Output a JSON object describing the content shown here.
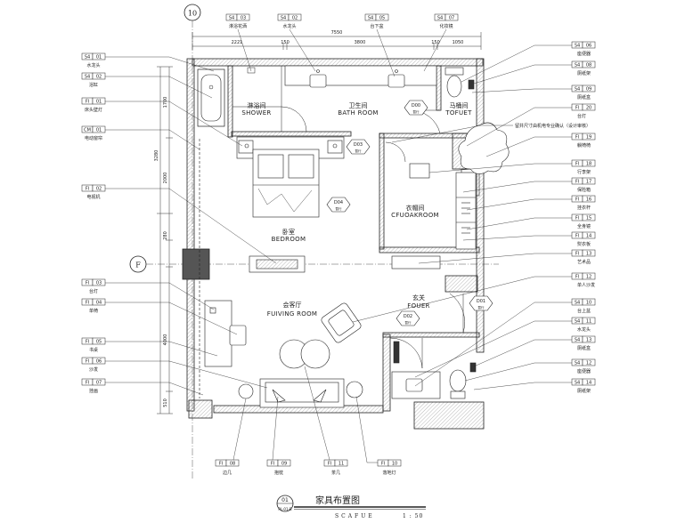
{
  "drawing": {
    "title_cn": "家具布置图",
    "title_en": "SCAFUE",
    "scale": "1 : 50",
    "number": "01",
    "sub": "PL-01-B"
  },
  "grid": {
    "v": "10",
    "h": "F"
  },
  "dims_top": {
    "total": "7550",
    "parts": [
      "2221",
      "150",
      "3800",
      "150",
      "1050"
    ]
  },
  "dims_left": [
    "1700",
    "3280",
    "2000",
    "280",
    "4000",
    "510"
  ],
  "rooms": [
    {
      "cn": "淋浴间",
      "en": "SHOWER"
    },
    {
      "cn": "卫生间",
      "en": "BATH ROOM"
    },
    {
      "cn": "马桶间",
      "en": "TOFUET"
    },
    {
      "cn": "卧室",
      "en": "BEDROOM"
    },
    {
      "cn": "衣帽间",
      "en": "CFUOAKROOM"
    },
    {
      "cn": "会客厅",
      "en": "FUIVING ROOM"
    },
    {
      "cn": "玄关",
      "en": "FOUER"
    }
  ],
  "doors": [
    "D00",
    "D03",
    "D04",
    "D02",
    "D01"
  ],
  "door_sub": "暂行",
  "tags_top": [
    {
      "code": "S4",
      "num": "03",
      "name": "淋浴花洒"
    },
    {
      "code": "S4",
      "num": "02",
      "name": "水龙头"
    },
    {
      "code": "S4",
      "num": "05",
      "name": "台下盆"
    },
    {
      "code": "S4",
      "num": "07",
      "name": "化妆镜"
    }
  ],
  "tags_left": [
    {
      "code": "S4",
      "num": "01",
      "name": "水龙头"
    },
    {
      "code": "S4",
      "num": "02",
      "name": "浴缸"
    },
    {
      "code": "FI",
      "num": "01",
      "name": "床头壁灯"
    },
    {
      "code": "CM",
      "num": "01",
      "name": "电动窗帘"
    },
    {
      "code": "FI",
      "num": "02",
      "name": "电视机"
    },
    {
      "code": "FI",
      "num": "03",
      "name": "台灯"
    },
    {
      "code": "FI",
      "num": "04",
      "name": "单椅"
    },
    {
      "code": "FI",
      "num": "05",
      "name": "书桌"
    },
    {
      "code": "FI",
      "num": "06",
      "name": "沙发"
    },
    {
      "code": "FI",
      "num": "07",
      "name": "挂画"
    }
  ],
  "tags_right": [
    {
      "code": "S4",
      "num": "06",
      "name": "座便器"
    },
    {
      "code": "S4",
      "num": "08",
      "name": "厕纸架"
    },
    {
      "code": "S4",
      "num": "09",
      "name": "厕纸盒"
    },
    {
      "code": "FI",
      "num": "20",
      "name": "台灯"
    },
    {
      "code": "",
      "num": "",
      "name": "留井尺寸由机电专业确认（设计审核）"
    },
    {
      "code": "FI",
      "num": "19",
      "name": "躺椅椅"
    },
    {
      "code": "FI",
      "num": "18",
      "name": "行李架"
    },
    {
      "code": "FI",
      "num": "17",
      "name": "保险箱"
    },
    {
      "code": "FI",
      "num": "16",
      "name": "挂衣杆"
    },
    {
      "code": "FI",
      "num": "15",
      "name": "全身镜"
    },
    {
      "code": "FI",
      "num": "14",
      "name": "熨衣板"
    },
    {
      "code": "FI",
      "num": "13",
      "name": "艺术品"
    },
    {
      "code": "FI",
      "num": "12",
      "name": "单人沙发"
    },
    {
      "code": "S4",
      "num": "10",
      "name": "台上盆"
    },
    {
      "code": "S4",
      "num": "11",
      "name": "水龙头"
    },
    {
      "code": "S4",
      "num": "13",
      "name": "厕纸盒"
    },
    {
      "code": "S4",
      "num": "12",
      "name": "座便器"
    },
    {
      "code": "S4",
      "num": "14",
      "name": "厕纸架"
    }
  ],
  "tags_bottom": [
    {
      "code": "FI",
      "num": "08",
      "name": "边几"
    },
    {
      "code": "FI",
      "num": "09",
      "name": "抱枕"
    },
    {
      "code": "FI",
      "num": "11",
      "name": "茶几"
    },
    {
      "code": "FI",
      "num": "10",
      "name": "落地灯"
    }
  ]
}
